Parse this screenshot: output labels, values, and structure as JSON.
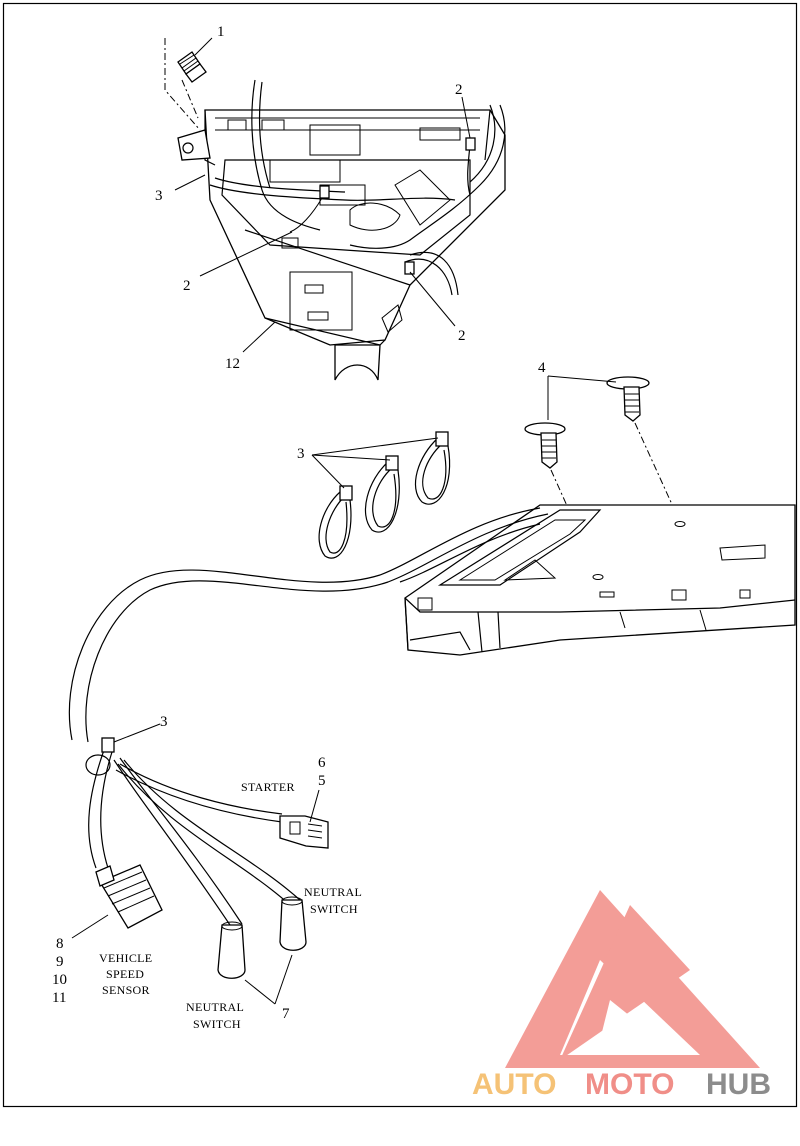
{
  "callouts": {
    "c1": "1",
    "c2a": "2",
    "c2b": "2",
    "c2c": "2",
    "c3a": "3",
    "c3b": "3",
    "c3c": "3",
    "c4": "4",
    "c6": "6",
    "c5": "5",
    "c7": "7",
    "c8": "8",
    "c9": "9",
    "c10": "10",
    "c11": "11",
    "c12": "12"
  },
  "labels": {
    "starter": "STARTER",
    "neutral_switch_right_1": "NEUTRAL",
    "neutral_switch_right_2": "SWITCH",
    "neutral_switch_left_1": "NEUTRAL",
    "neutral_switch_left_2": "SWITCH",
    "vss_1": "VEHICLE",
    "vss_2": "SPEED",
    "vss_3": "SENSOR"
  },
  "watermark": {
    "auto": "AUTO",
    "moto": "MOTO",
    "hub": "HUB",
    "colors": {
      "auto": "#f5c276",
      "moto": "#f08e88",
      "hub": "#8c8c8c",
      "logo": "#f3958f"
    }
  }
}
